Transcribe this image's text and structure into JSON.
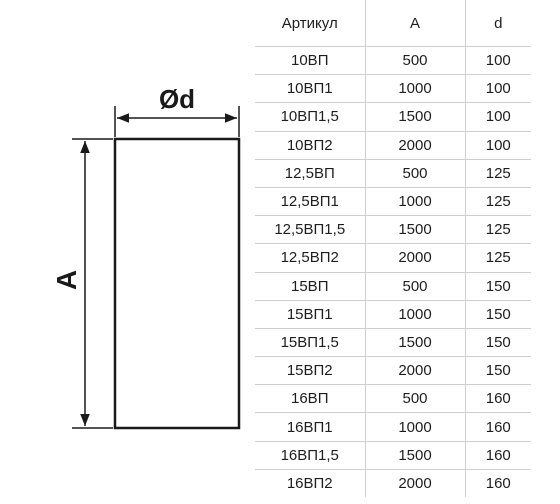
{
  "drawing": {
    "diameter_label": "Ød",
    "length_label": "A"
  },
  "table": {
    "headers": [
      "Артикул",
      "A",
      "d"
    ],
    "rows": [
      [
        "10ВП",
        "500",
        "100"
      ],
      [
        "10ВП1",
        "1000",
        "100"
      ],
      [
        "10ВП1,5",
        "1500",
        "100"
      ],
      [
        "10ВП2",
        "2000",
        "100"
      ],
      [
        "12,5ВП",
        "500",
        "125"
      ],
      [
        "12,5ВП1",
        "1000",
        "125"
      ],
      [
        "12,5ВП1,5",
        "1500",
        "125"
      ],
      [
        "12,5ВП2",
        "2000",
        "125"
      ],
      [
        "15ВП",
        "500",
        "150"
      ],
      [
        "15ВП1",
        "1000",
        "150"
      ],
      [
        "15ВП1,5",
        "1500",
        "150"
      ],
      [
        "15ВП2",
        "2000",
        "150"
      ],
      [
        "16ВП",
        "500",
        "160"
      ],
      [
        "16ВП1",
        "1000",
        "160"
      ],
      [
        "16ВП1,5",
        "1500",
        "160"
      ],
      [
        "16ВП2",
        "2000",
        "160"
      ]
    ]
  }
}
